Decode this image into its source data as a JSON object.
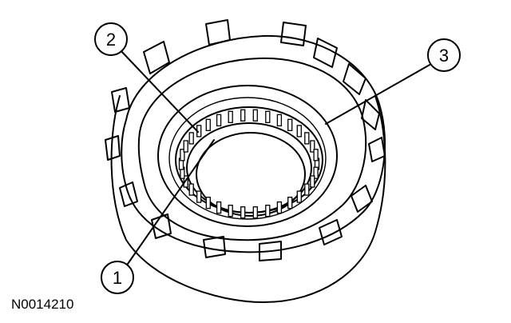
{
  "figure": {
    "id_label": "N0014210"
  },
  "callouts": [
    {
      "number": "1"
    },
    {
      "number": "2"
    },
    {
      "number": "3"
    }
  ]
}
